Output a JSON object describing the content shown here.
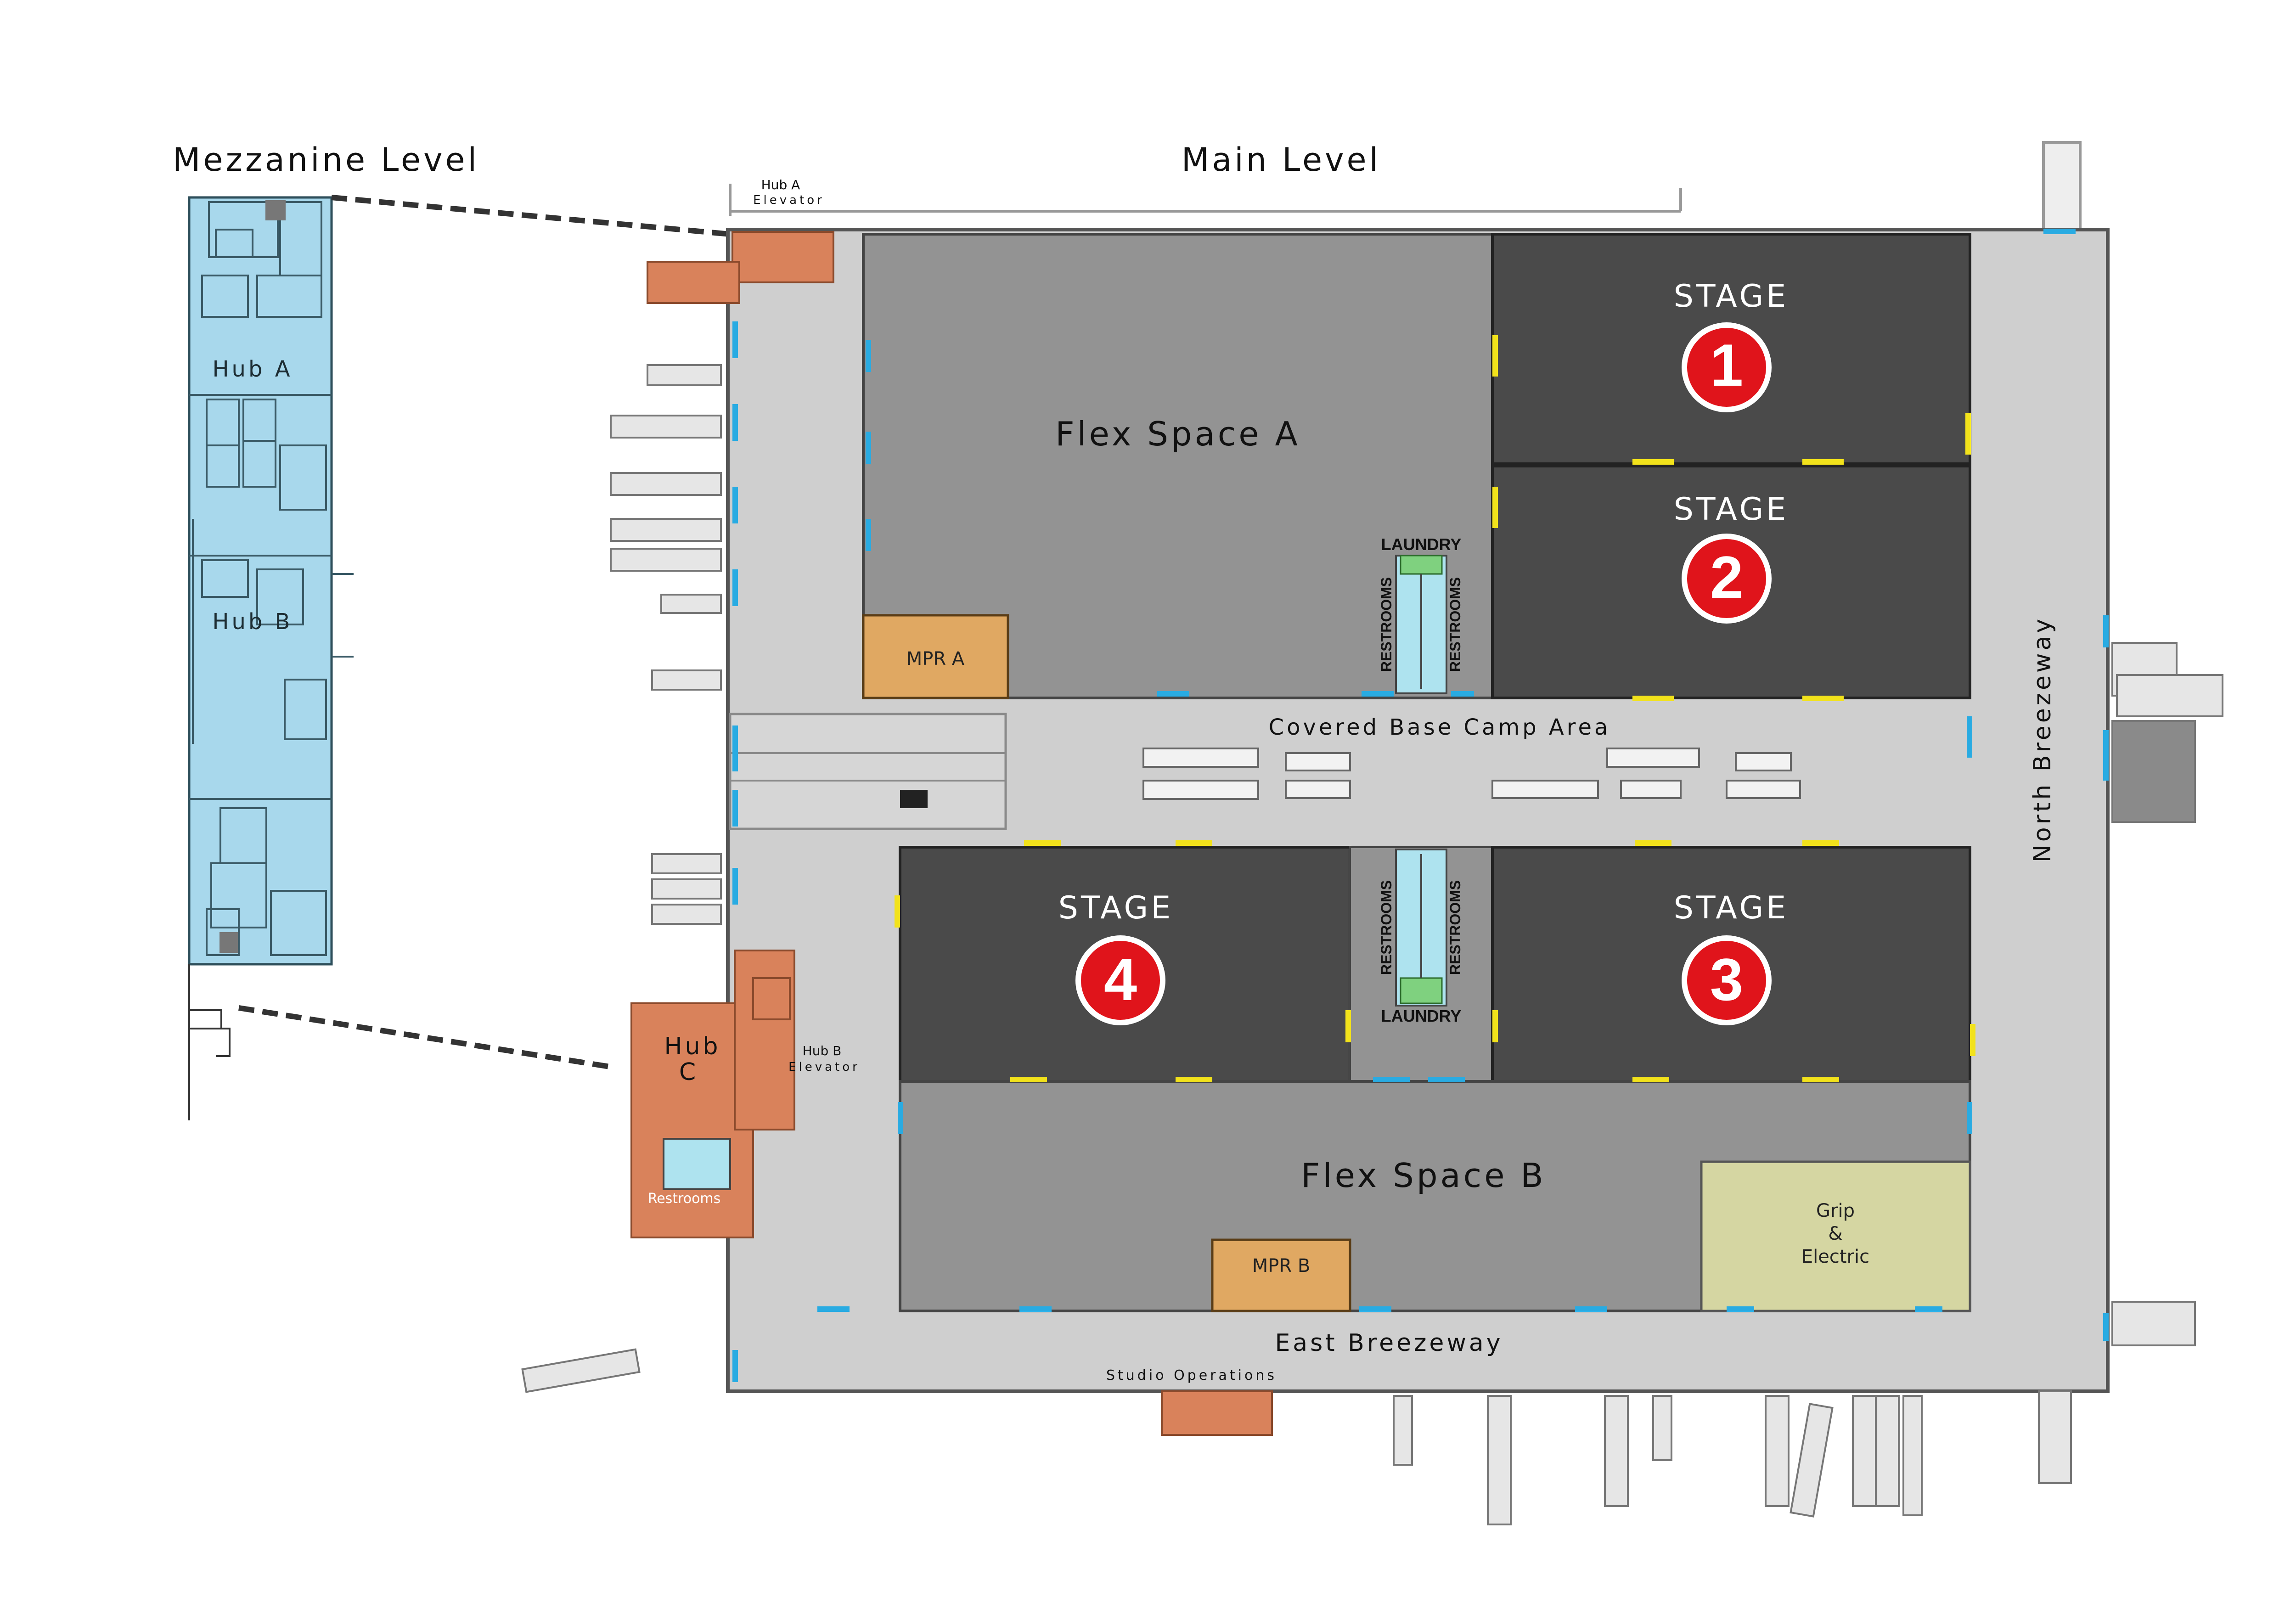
{
  "headings": {
    "mezzanine": "Mezzanine Level",
    "main": "Main Level"
  },
  "mezzanine": {
    "hub_a": "Hub A",
    "hub_b": "Hub B"
  },
  "elevators": {
    "hub_a_line1": "Hub A",
    "hub_a_line2": "Elevator",
    "hub_b_line1": "Hub B",
    "hub_b_line2": "Elevator"
  },
  "flex_spaces": {
    "a": "Flex Space A",
    "b": "Flex Space B"
  },
  "stages": [
    {
      "label": "STAGE",
      "number": "1"
    },
    {
      "label": "STAGE",
      "number": "2"
    },
    {
      "label": "STAGE",
      "number": "3"
    },
    {
      "label": "STAGE",
      "number": "4"
    }
  ],
  "rooms": {
    "mpr_a": "MPR A",
    "mpr_b": "MPR B",
    "laundry": "LAUNDRY",
    "restrooms": "RESTROOMS",
    "hub_c_line1": "Hub",
    "hub_c_line2": "C",
    "restrooms_hub_c": "Restrooms",
    "grip_line1": "Grip",
    "grip_line2": "&",
    "grip_line3": "Electric"
  },
  "areas": {
    "base_camp": "Covered Base Camp Area",
    "north_breezeway": "North Breezeway",
    "east_breezeway": "East Breezeway",
    "studio_operations": "Studio Operations"
  },
  "colors": {
    "stage": "#4a4a4a",
    "flex": "#939393",
    "corridor": "#cfcfcf",
    "mezzanine": "#a8d8ec",
    "hub": "#d9825b",
    "mpr": "#e0a862",
    "grip_electric": "#d5d6a2",
    "restroom": "#aee3ef",
    "laundry": "#7fd17f",
    "stage_badge": "#e0141b",
    "door_yellow": "#f2e21b",
    "door_blue": "#29abe2"
  }
}
